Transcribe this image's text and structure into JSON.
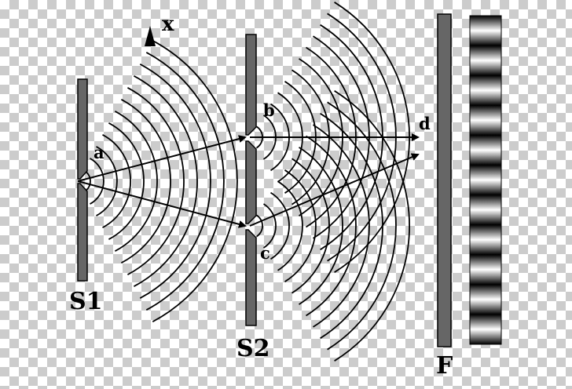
{
  "labels": {
    "x_axis": "x",
    "point_a": "a",
    "point_b": "b",
    "point_c": "c",
    "point_d": "d",
    "screen_s1": "S1",
    "screen_s2": "S2",
    "screen_f": "F"
  },
  "colors": {
    "wave_line": "#000000",
    "barrier_fill": "#666666",
    "barrier_stroke": "#000000",
    "fringe_dark": "#000000",
    "fringe_light": "#ffffff"
  }
}
